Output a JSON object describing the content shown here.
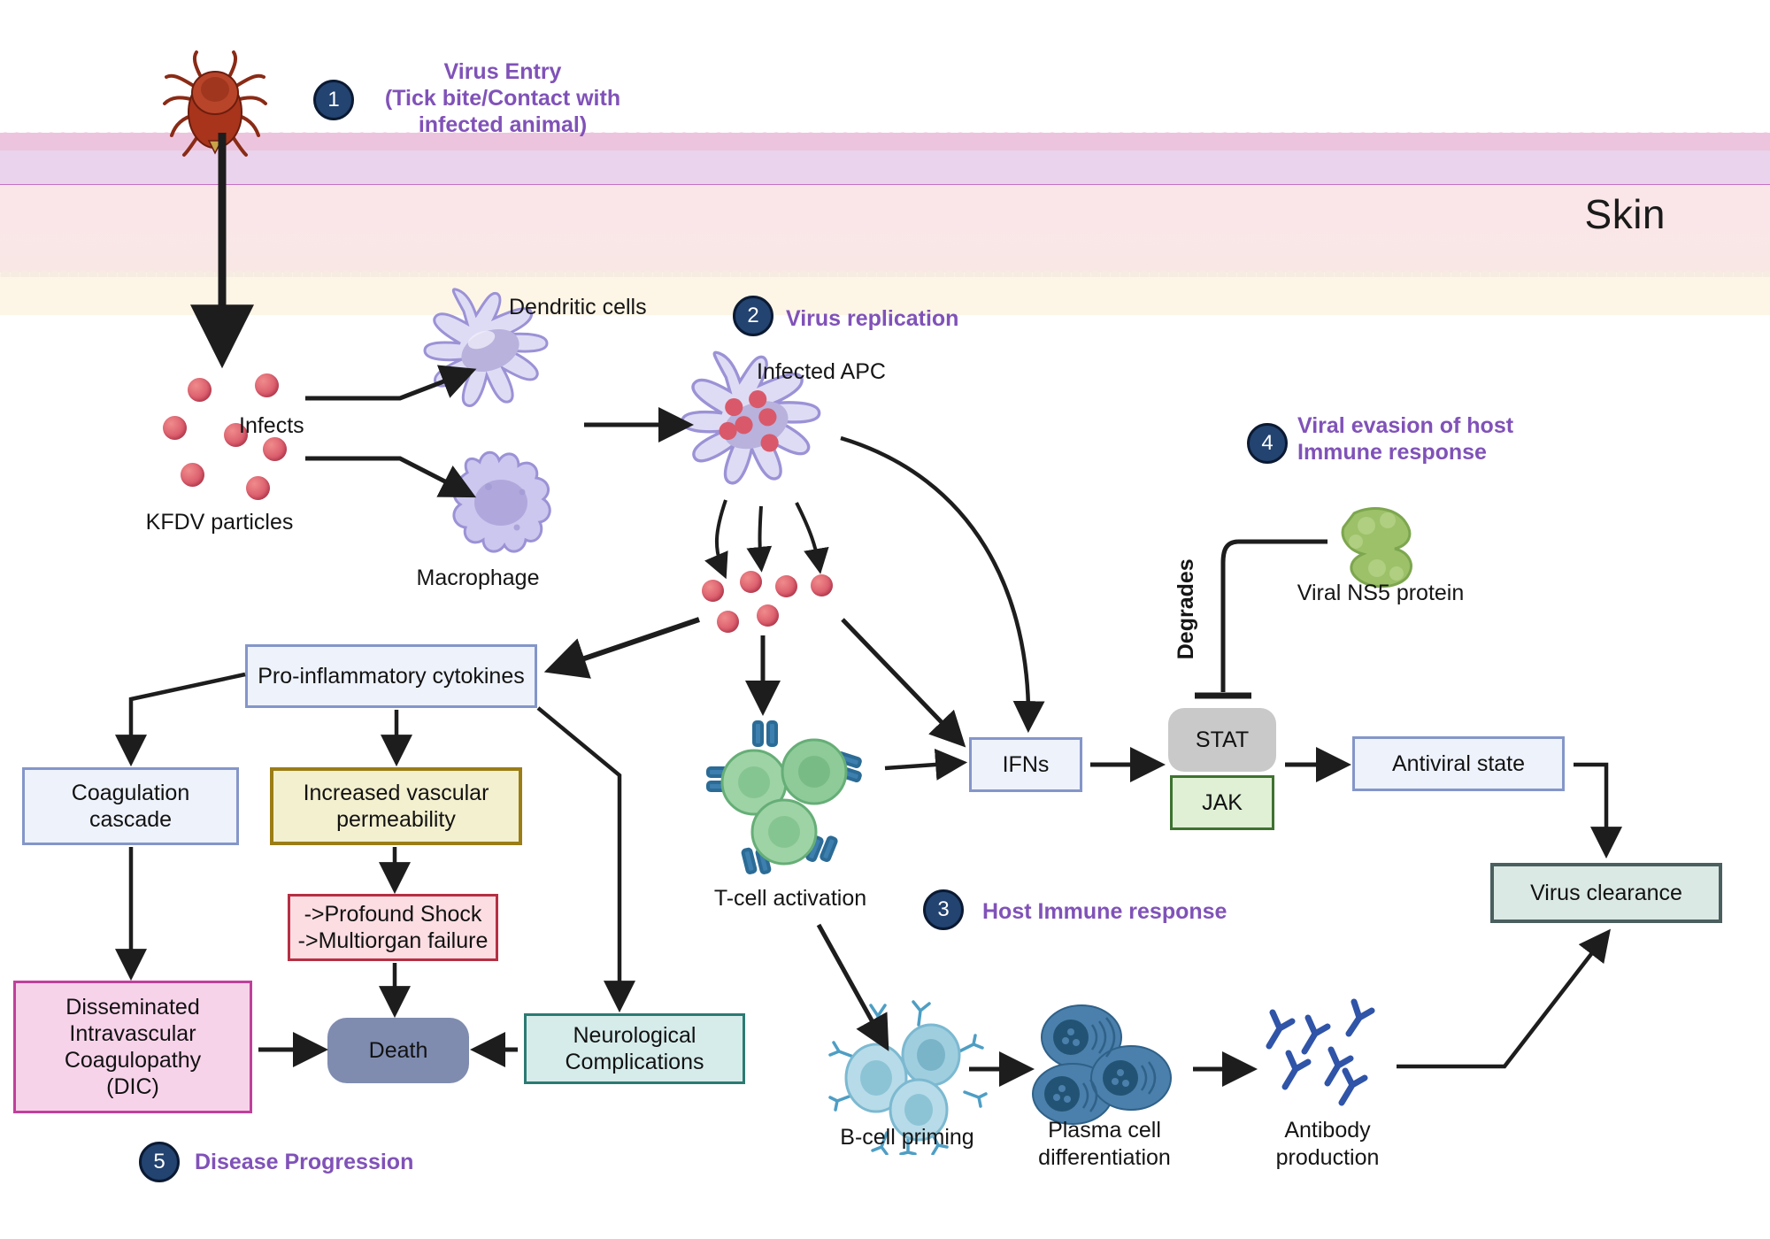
{
  "diagram": {
    "title": "KFDV pathogenesis schematic",
    "skin_label": "Skin"
  },
  "steps": [
    {
      "number": "1",
      "label": "Virus Entry\n(Tick bite/Contact with\ninfected animal)"
    },
    {
      "number": "2",
      "label": "Virus replication"
    },
    {
      "number": "3",
      "label": "Host Immune response"
    },
    {
      "number": "4",
      "label": "Viral evasion of host\nImmune response"
    },
    {
      "number": "5",
      "label": "Disease Progression"
    }
  ],
  "cell_labels": {
    "kfdv_particles": "KFDV particles",
    "infects": "Infects",
    "dendritic_cells": "Dendritic cells",
    "macrophage": "Macrophage",
    "infected_apc": "Infected APC",
    "t_cell_activation": "T-cell activation",
    "b_cell_priming": "B-cell priming",
    "plasma_cell": "Plasma cell\ndifferentiation",
    "antibody_production": "Antibody\nproduction",
    "viral_ns5_protein": "Viral NS5 protein",
    "degrades": "Degrades"
  },
  "boxes": {
    "cytokines": "Pro-inflammatory cytokines",
    "coagulation": "Coagulation\ncascade",
    "vascular": "Increased vascular\npermeability",
    "shock": "->Profound Shock\n->Multiorgan failure",
    "dic": "Disseminated\nIntravascular\nCoagulopathy\n(DIC)",
    "death": "Death",
    "neuro": "Neurological\nComplications",
    "ifns": "IFNs",
    "stat": "STAT",
    "jak": "JAK",
    "antiviral": "Antiviral state",
    "clearance": "Virus clearance"
  },
  "colors": {
    "step_text": "#8052b8",
    "step_badge": "#234370",
    "blue_box_fill": "#eef2fb",
    "blue_box_border": "#8496c9",
    "yellow_box_fill": "#f3f0cf",
    "yellow_box_border": "#9b7d16",
    "red_box_fill": "#fbdde2",
    "red_box_border": "#b62f43",
    "pink_box_fill": "#f7d3ea",
    "pink_box_border": "#c0409b",
    "teal_box_fill": "#d6ecea",
    "teal_box_border": "#2c7a73",
    "clearance_fill": "#dbe9e4",
    "clearance_border": "#4c5f5f",
    "stat_fill": "#c9c9c9",
    "jak_fill": "#dff0d5",
    "jak_border": "#3e7230",
    "death_fill": "#7f8cb0",
    "virion": "#d9596a",
    "tick": "#a8341c",
    "ns5_protein": "#9cc169",
    "epidermis": "#edc4dd",
    "dermis": "#fae6e9"
  }
}
